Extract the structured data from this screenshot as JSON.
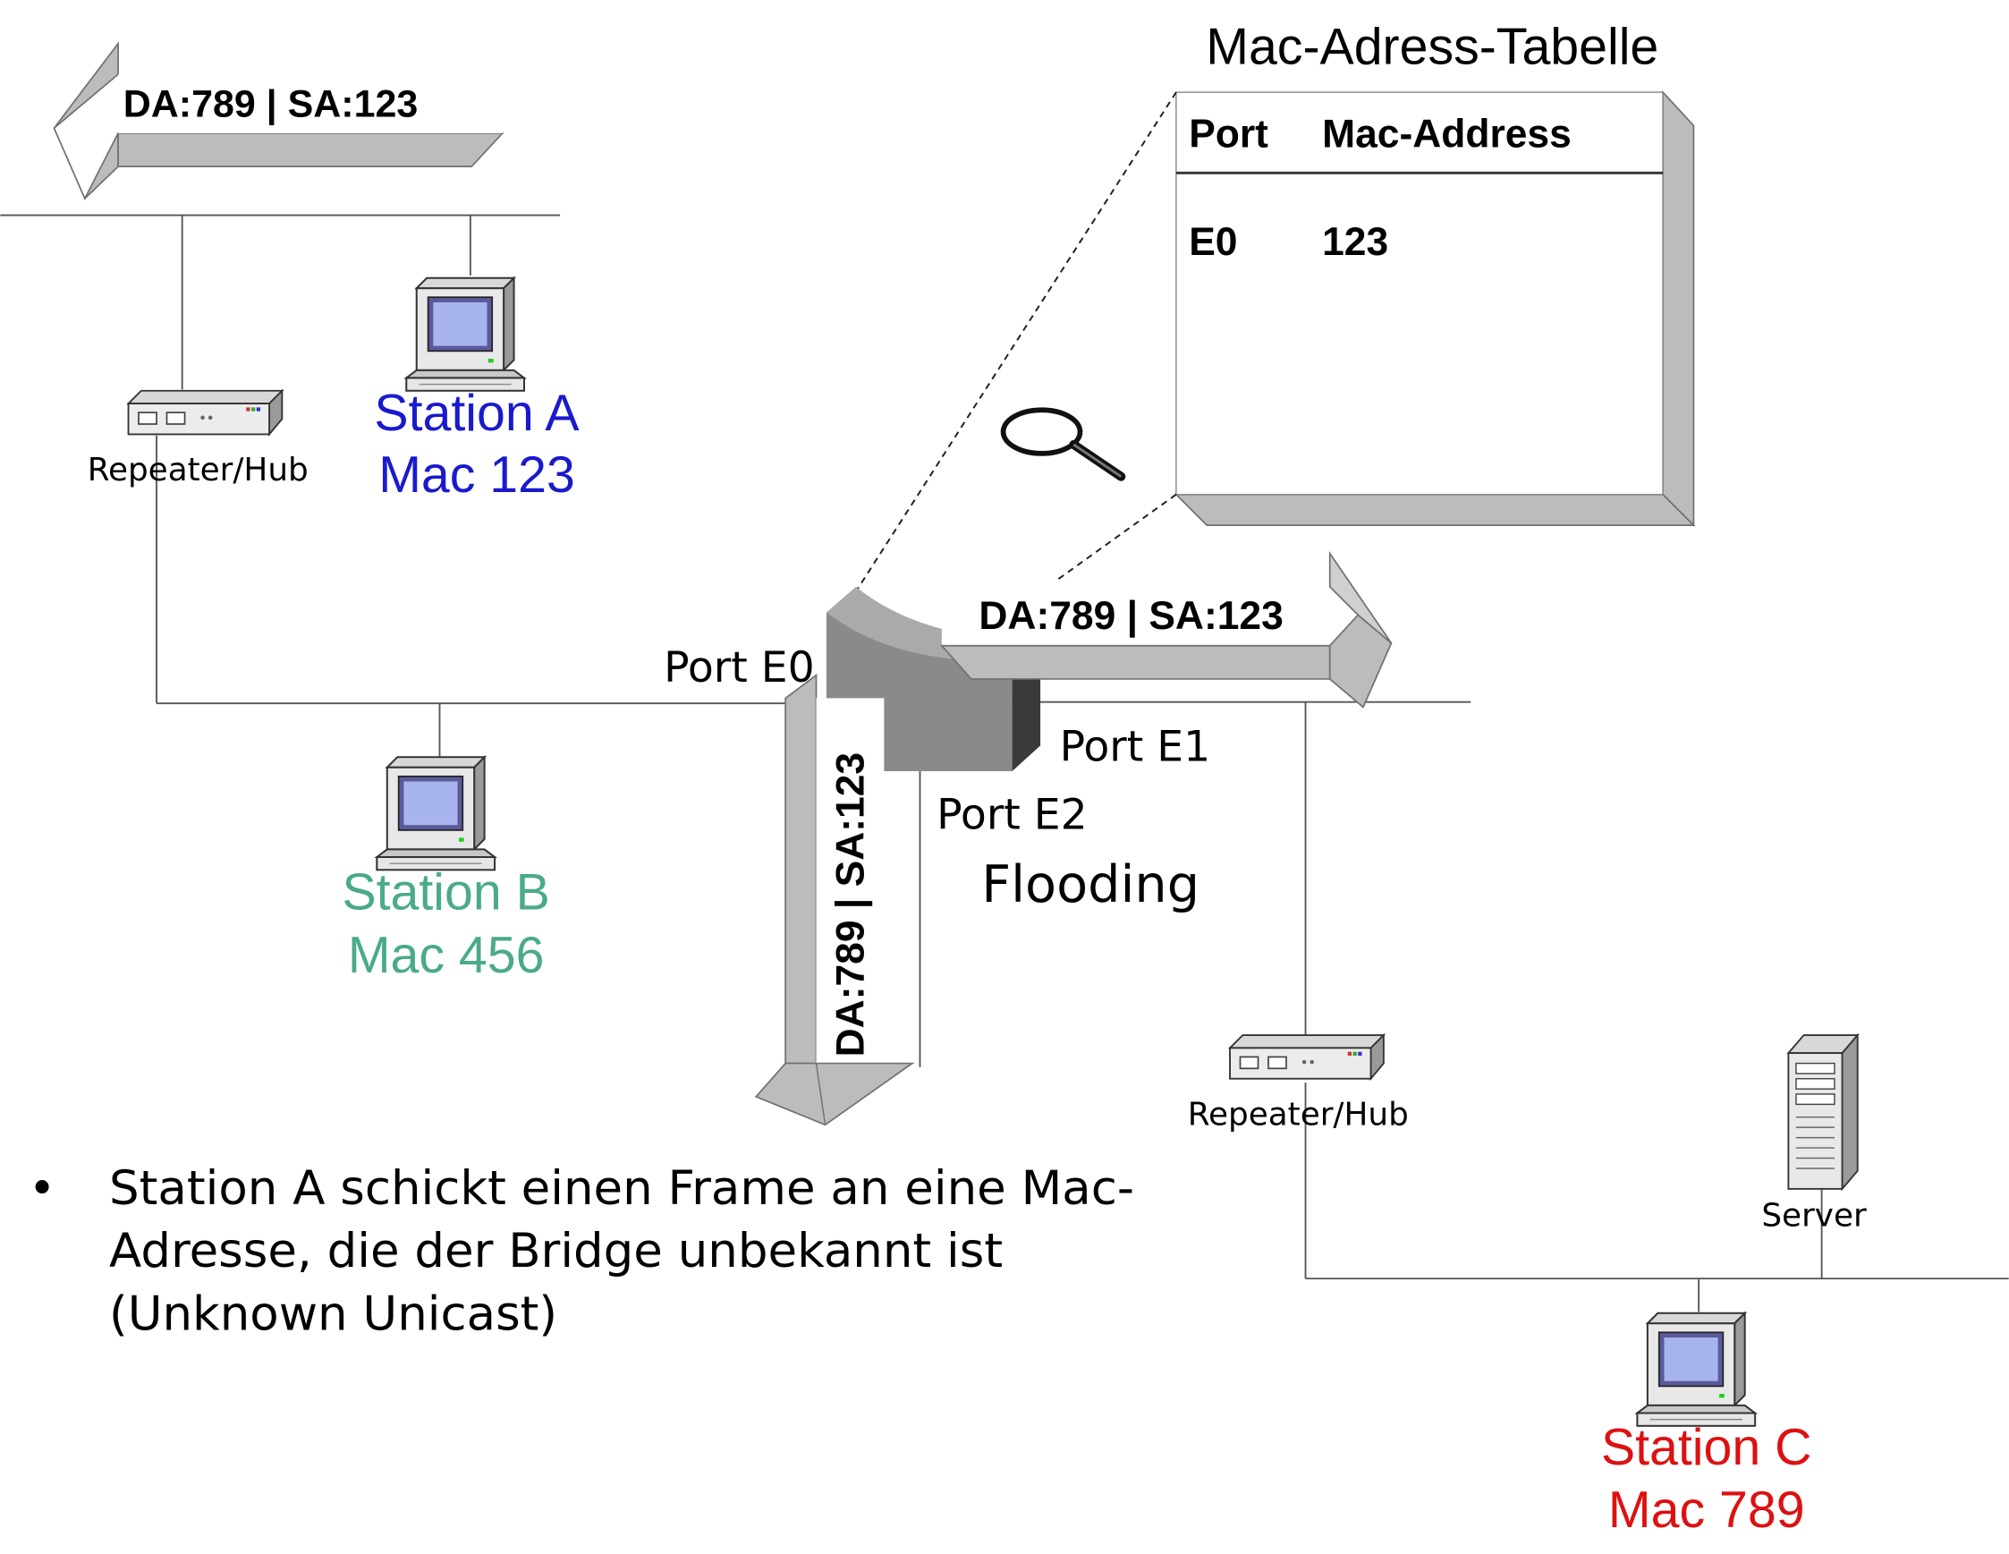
{
  "frame": {
    "label": "DA:789 | SA:123"
  },
  "mac_table": {
    "title": "Mac-Adress-Tabelle",
    "header": {
      "port": "Port",
      "address": "Mac-Address"
    },
    "rows": [
      {
        "port": "E0",
        "address": "123"
      }
    ]
  },
  "stations": {
    "a": {
      "name": "Station A",
      "mac": "Mac 123",
      "color": "#1a1acc"
    },
    "b": {
      "name": "Station B",
      "mac": "Mac 456",
      "color": "#4aaa8a"
    },
    "c": {
      "name": "Station C",
      "mac": "Mac 789",
      "color": "#dd1111"
    }
  },
  "devices": {
    "hub": "Repeater/Hub",
    "server": "Server"
  },
  "ports": {
    "e0": "Port E0",
    "e1": "Port E1",
    "e2": "Port E2"
  },
  "action": "Flooding",
  "bullet": {
    "marker": "•",
    "lines": [
      "Station A schickt einen Frame an eine Mac-",
      "Adresse, die der Bridge unbekannt ist",
      "(Unknown Unicast)"
    ]
  },
  "colors": {
    "arrow": "#bcbcbc",
    "arrow_edge": "#707070",
    "bridge_front": "#8a8a8a",
    "bridge_top": "#aaaaaa",
    "bridge_side": "#3a3a3a"
  }
}
